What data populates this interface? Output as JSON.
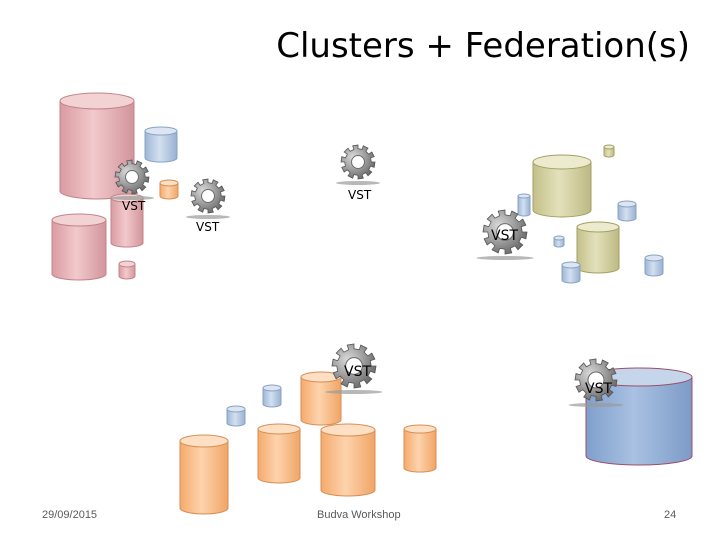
{
  "slide": {
    "title": "Clusters + Federation(s)",
    "footer": {
      "date": "29/09/2015",
      "center": "Budva Workshop",
      "page_number": "24"
    },
    "gears": [
      {
        "label": "VST"
      },
      {
        "label": "VST"
      },
      {
        "label": "VST"
      },
      {
        "label": "VST"
      },
      {
        "label": "VST"
      },
      {
        "label": "VST"
      }
    ],
    "colors": {
      "pink_cluster": "#e8b4b8",
      "blue_cylinder": "#b8cce4",
      "olive_cluster": "#d6d3a4",
      "orange_cluster": "#fbc08c",
      "big_blue_cylinder": "#95b3d7",
      "gear_grey": "#8c8c8c"
    }
  }
}
